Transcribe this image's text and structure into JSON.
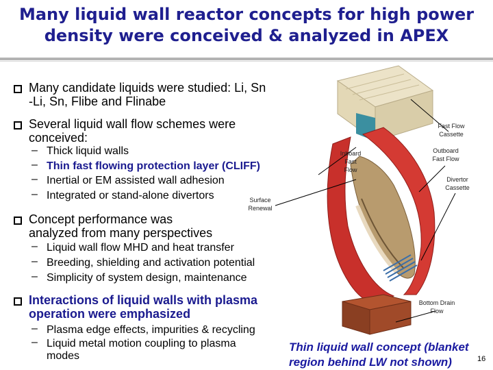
{
  "title": {
    "line1": "Many liquid wall reactor concepts for high power",
    "line2": "density were conceived & analyzed in APEX"
  },
  "bullets": {
    "b1": {
      "line1": "Many candidate liquids were studied: Li, Sn",
      "line2": "-Li, Sn, Flibe and Flinabe"
    },
    "b2": {
      "line1": "Several liquid wall flow schemes were",
      "line2": "conceived:",
      "subs": [
        "Thick liquid walls",
        "Thin fast flowing protection layer (CLIFF)",
        "Inertial or EM assisted wall adhesion",
        "Integrated or stand-alone divertors"
      ]
    },
    "b3": {
      "line1": "Concept performance was",
      "line2": "analyzed from many perspectives",
      "subs": [
        "Liquid wall flow MHD and heat transfer",
        "Breeding, shielding and activation potential",
        "Simplicity of system design, maintenance"
      ]
    },
    "b4": {
      "line1": "Interactions of liquid walls with plasma",
      "line2": "operation were emphasized",
      "subs": [
        "Plasma edge effects, impurities & recycling",
        "Liquid metal motion coupling to plasma",
        "modes"
      ]
    }
  },
  "dash": "–",
  "diagram_labels": {
    "surface_renewal": [
      "Surface",
      "Renewal"
    ],
    "inboard": [
      "Inboard",
      "Fast",
      "Flow"
    ],
    "fast_flow_cassette": [
      "Fast Flow",
      "Cassette"
    ],
    "outboard": [
      "Outboard",
      "Fast Flow"
    ],
    "divertor": [
      "Divertor",
      "Cassette"
    ],
    "bottom_drain": [
      "Bottom Drain",
      "Flow"
    ]
  },
  "caption": {
    "line1": "Thin liquid wall concept (blanket",
    "line2": "region behind LW not shown)"
  },
  "page_number": "16",
  "colors": {
    "title": "#1f1f8f",
    "accent_text": "#1a1a8f",
    "caption": "#1a1aa0",
    "wall": "#c8302b"
  }
}
